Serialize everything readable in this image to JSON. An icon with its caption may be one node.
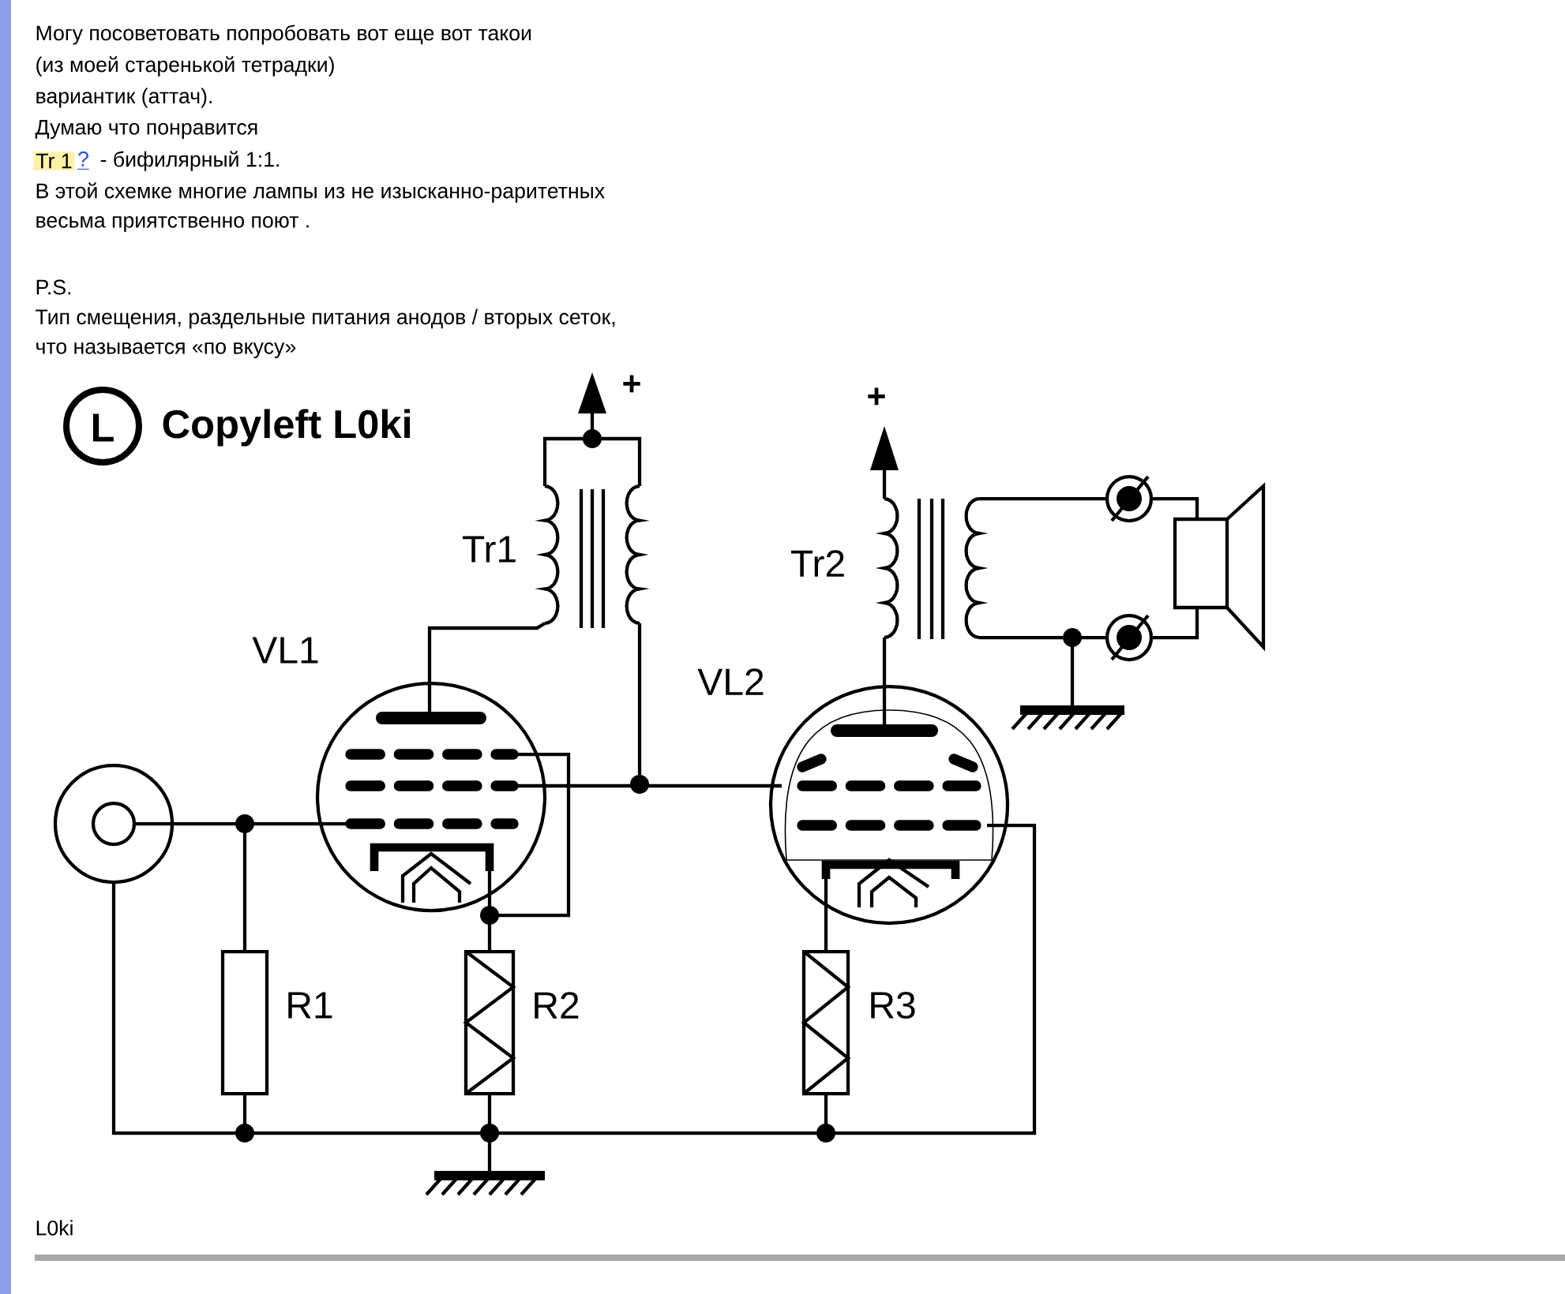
{
  "diagram": {
    "labels": [
      "Могу посоветовать попробовать вот еще вот такои",
      "(из моей старенькой тетрадки)",
      "вариантик (аттач).",
      "Думаю что понравится",
      "Tr 1",
      "?",
      "- бифилярный 1:1.",
      "В этой схемке многие лампы из не изысканно-раритетных",
      "весьма приятственно поют .",
      "P.S.",
      "Тип смещения, раздельные питания анодов / вторых сеток,",
      "что называется «по вкусу»",
      "L",
      "Copyleft L0ki",
      "+",
      "Tr1",
      "VL1",
      "+",
      "Tr2",
      "VL2",
      "R1",
      "R2",
      "R3",
      "L0ki"
    ]
  }
}
